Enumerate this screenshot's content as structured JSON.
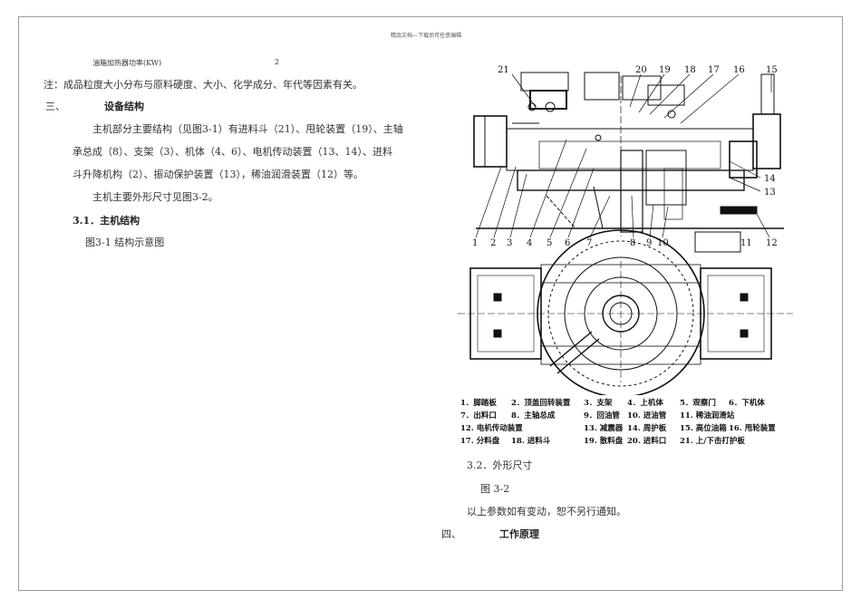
{
  "header": {
    "text": "精品文档---下载后可任意编辑"
  },
  "left": {
    "heater_label": "油箱加热器功率(KW)",
    "heater_value": "2",
    "note": "注：成品粒度大小分布与原料硬度、大小、化学成分、年代等因素有关。",
    "section3": {
      "num": "三、",
      "title": "设备结构"
    },
    "para1_line1": "主机部分主要结构（见图3-1）有进料斗（21）、甩轮装置（19）、主轴",
    "para1_line2": "承总成（8）、支架（3）、机体（4、6）、电机传动装置（13、14）、进料",
    "para1_line3": "斗升降机构（2）、振动保护装置（13），稀油润滑装置（12）等。",
    "para2": "主机主要外形尺寸见图3-2。",
    "sub31": "3.1．主机结构",
    "fig31": "图3-1 结构示意图"
  },
  "drawing": {
    "top_numbers": [
      "21",
      "20",
      "19",
      "18",
      "17",
      "16",
      "15"
    ],
    "bottom_numbers": [
      "1",
      "2",
      "3",
      "4",
      "5",
      "6",
      "7",
      "8",
      "9",
      "10",
      "12"
    ],
    "side_numbers": [
      "14",
      "13",
      "11"
    ]
  },
  "legend": [
    [
      "1．脚踏板",
      "2．顶盖回转装置",
      "3．支架",
      "4．上机体",
      "5．观察门",
      "6．下机体"
    ],
    [
      "7．出料口",
      "8．主轴总成",
      "9．回油管",
      "10. 进油管",
      "11. 稀油润滑站",
      ""
    ],
    [
      "12. 电机传动装置",
      "",
      "13. 减震器",
      "14. 周护板",
      "15. 高位油箱",
      "16. 甩轮装置"
    ],
    [
      "17. 分料盘",
      "18. 进料斗",
      "19. 散料盘",
      "20. 进料口",
      "21. 上/下击打护板",
      ""
    ]
  ],
  "right": {
    "sub32": "3.2．外形尺寸",
    "fig32": "图 3-2",
    "notice": "以上参数如有变动，恕不另行通知。",
    "section4": {
      "num": "四、",
      "title": "工作原理"
    }
  }
}
